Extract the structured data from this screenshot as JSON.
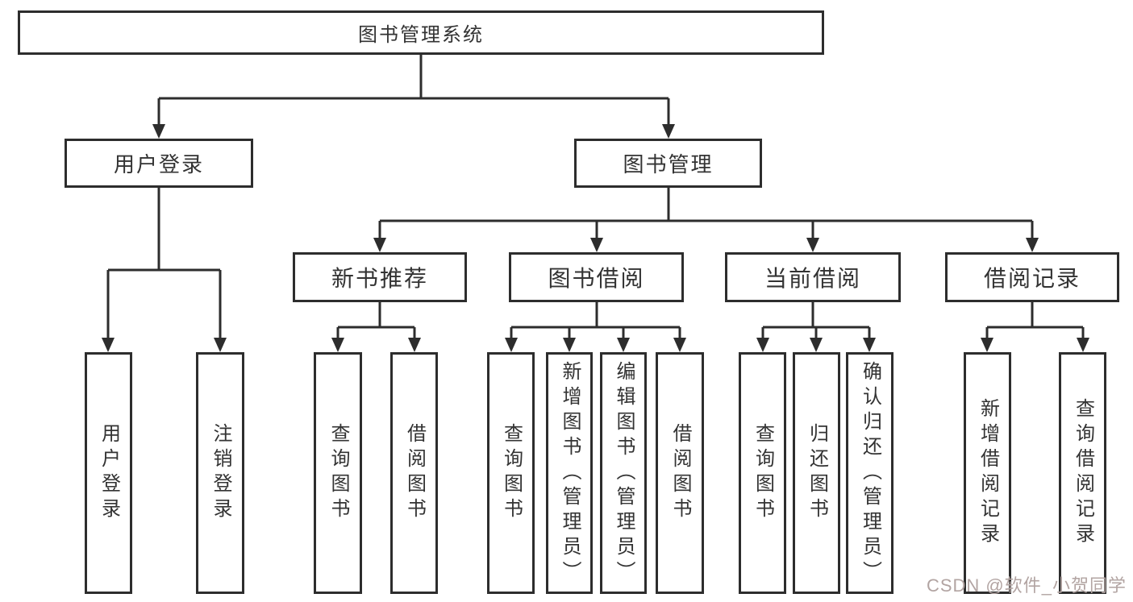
{
  "diagram": {
    "root": {
      "label": "图书管理系统"
    },
    "branches": [
      {
        "label": "用户登录",
        "children": [
          {
            "label": "用户登录"
          },
          {
            "label": "注销登录"
          }
        ]
      },
      {
        "label": "图书管理",
        "sections": [
          {
            "label": "新书推荐",
            "children": [
              {
                "label": "查询图书"
              },
              {
                "label": "借阅图书"
              }
            ]
          },
          {
            "label": "图书借阅",
            "children": [
              {
                "label": "查询图书"
              },
              {
                "label": "新增图书（管理员）"
              },
              {
                "label": "编辑图书（管理员）"
              },
              {
                "label": "借阅图书"
              }
            ]
          },
          {
            "label": "当前借阅",
            "children": [
              {
                "label": "查询图书"
              },
              {
                "label": "归还图书"
              },
              {
                "label": "确认归还（管理员）"
              }
            ]
          },
          {
            "label": "借阅记录",
            "children": [
              {
                "label": "新增借阅记录"
              },
              {
                "label": "查询借阅记录"
              }
            ]
          }
        ]
      }
    ]
  },
  "watermark": {
    "text": "CSDN @软件_小贺同学",
    "color": "#b2a4a2"
  },
  "colors": {
    "line": "#2d2d2d",
    "text": "#333333",
    "background": "#ffffff"
  }
}
